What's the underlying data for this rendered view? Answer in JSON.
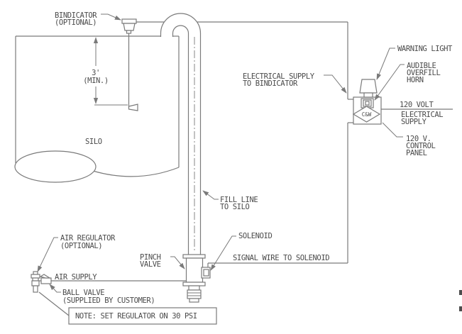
{
  "diagram": {
    "labels": {
      "bindicator": {
        "line1": "BINDICATOR",
        "line2": "(OPTIONAL)"
      },
      "dimension": {
        "line1": "3'",
        "line2": "(MIN.)"
      },
      "silo": "SILO",
      "electrical_supply_bindicator": {
        "line1": "ELECTRICAL SUPPLY",
        "line2": "TO BINDICATOR"
      },
      "warning_light": "WARNING LIGHT",
      "audible_horn": {
        "line1": "AUDIBLE",
        "line2": "OVERFILL",
        "line3": "HORN"
      },
      "volt_supply": {
        "line1": "120 VOLT",
        "line2": "ELECTRICAL",
        "line3": "SUPPLY"
      },
      "control_panel": {
        "line1": "120 V.",
        "line2": "CONTROL",
        "line3": "PANEL"
      },
      "panel_logo": "C&W",
      "fill_line": {
        "line1": "FILL LINE",
        "line2": "TO SILO"
      },
      "solenoid": "SOLENOID",
      "signal_wire": "SIGNAL WIRE TO SOLENOID",
      "pinch_valve": {
        "line1": "PINCH",
        "line2": "VALVE"
      },
      "air_regulator": {
        "line1": "AIR REGULATOR",
        "line2": "(OPTIONAL)"
      },
      "air_supply": "AIR SUPPLY",
      "ball_valve": {
        "line1": "BALL VALVE",
        "line2": "(SUPPLIED BY CUSTOMER)"
      },
      "note": "NOTE: SET REGULATOR ON 30 PSI"
    },
    "colors": {
      "line": "#7a7a7a",
      "text": "#4a4a4a",
      "background": "#ffffff"
    }
  }
}
